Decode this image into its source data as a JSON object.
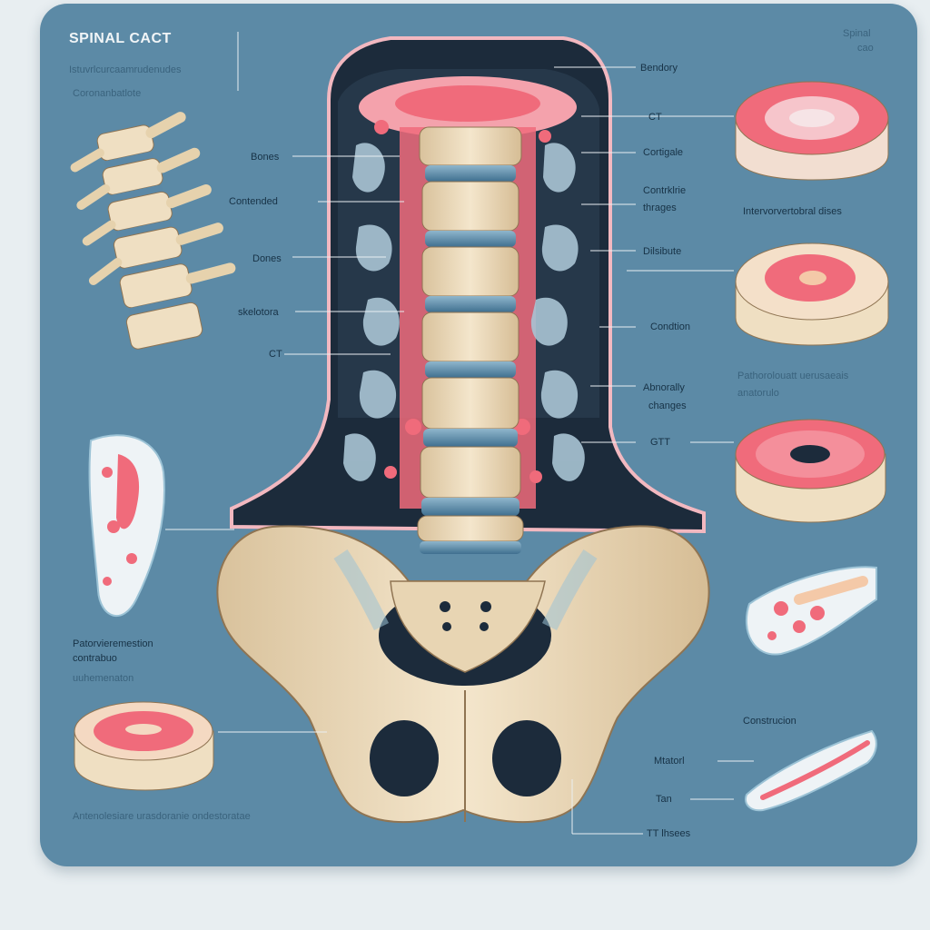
{
  "figure": {
    "title": "SPINAL CACT",
    "colors": {
      "panel": "#5c8aa6",
      "bone": "#efdfc2",
      "disc": "#5b88a6",
      "tissue": "#f06b7b",
      "dark": "#1c2b3b"
    }
  },
  "labels_left": {
    "subtitle_1": "Istuvrlcurcaamrudenudes",
    "subtitle_2": "Coronanbatlote",
    "bones_1": "Bones",
    "cortical": "Contended",
    "bones_2": "Dones",
    "skeleton": "skelotora",
    "ct": "CT",
    "pathology_1": "Patorvieremestion",
    "pathology_2": "contrabuo",
    "pathology_3": "uuhemenaton",
    "footer": "Antenolesiare urasdoranie ondestoratae"
  },
  "labels_center": {
    "bendory": "Bendory",
    "ct": "CT",
    "cartilage": "Cortigale",
    "cartilage_changes_1": "Contrklrie",
    "cartilage_changes_2": "thrages",
    "discs": "Dilsibute",
    "condition": "Condtion",
    "abnormal_1": "Abnorally",
    "abnormal_2": "changes",
    "gtt": "GTT",
    "ttt": "TT lhsees"
  },
  "labels_right": {
    "spinal_1": "Spinal",
    "spinal_2": "cao",
    "intervertebral": "Intervorvertobral dises",
    "pathological_1": "Pathorolouatt uerusaeais",
    "pathological_2": "anatorulo",
    "construction": "Construcion",
    "mitochondrial": "Mtatorl",
    "tan": "Tan"
  }
}
